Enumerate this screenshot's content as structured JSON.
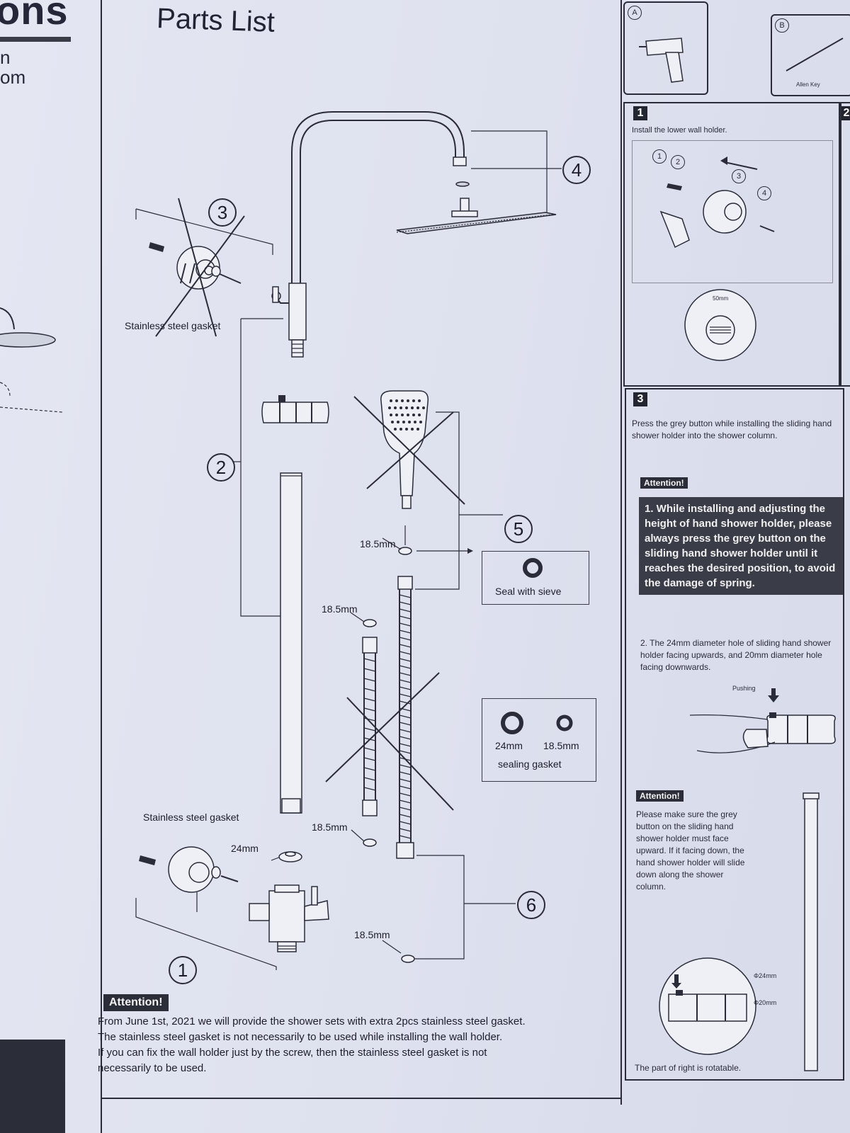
{
  "left_column": {
    "title_fragment": "ons",
    "line1": "n",
    "line2": "om"
  },
  "parts_list": {
    "title": "Parts List",
    "callouts": [
      "1",
      "2",
      "3",
      "4",
      "5",
      "6"
    ],
    "labels": {
      "gasket_top": "Stainless steel gasket",
      "gasket_bottom": "Stainless steel gasket",
      "dim_24": "24mm",
      "dim_185_a": "18.5mm",
      "dim_185_b": "18.5mm",
      "dim_185_c": "18.5mm",
      "dim_185_d": "18.5mm",
      "seal_with_sieve": "Seal with sieve",
      "gasket_24": "24mm",
      "gasket_185": "18.5mm",
      "sealing_gasket": "sealing gasket"
    },
    "attention_badge": "Attention!",
    "attention_lines": [
      "From June 1st, 2021 we will provide the shower sets with extra 2pcs stainless steel gasket.",
      "The stainless steel gasket is not necessarily to be used while installing the wall holder.",
      "If you can fix the wall holder just by the screw, then the stainless steel gasket is not",
      "necessarily to be used."
    ]
  },
  "right_column": {
    "tool_a_label": "A",
    "tool_b_label": "B",
    "allen_key": "Allen Key",
    "step1_num": "1",
    "step1_text": "Install the lower wall holder.",
    "step1_markers": [
      "1",
      "2",
      "3",
      "4"
    ],
    "step1_detail_label": "50mm",
    "step2_num": "2",
    "step3_num": "3",
    "step3_text": "Press the grey button while installing the sliding hand shower holder into the shower column.",
    "attention1": "Attention!",
    "attention1_block": "1. While installing and adjusting the height of hand shower holder, please always press the grey button on the sliding hand shower holder until it reaches the desired position, to avoid the damage of spring.",
    "attention1_note": "2. The 24mm diameter hole of sliding hand shower holder facing upwards, and 20mm diameter hole facing downwards.",
    "pushing": "Pushing",
    "attention2": "Attention!",
    "attention2_text": "Please make sure the grey button on the sliding hand shower holder must face upward. If it facing down, the hand shower holder will slide down along the shower column.",
    "dia24": "Φ24mm",
    "dia20": "Φ20mm",
    "rotatable": "The part of right is rotatable."
  }
}
